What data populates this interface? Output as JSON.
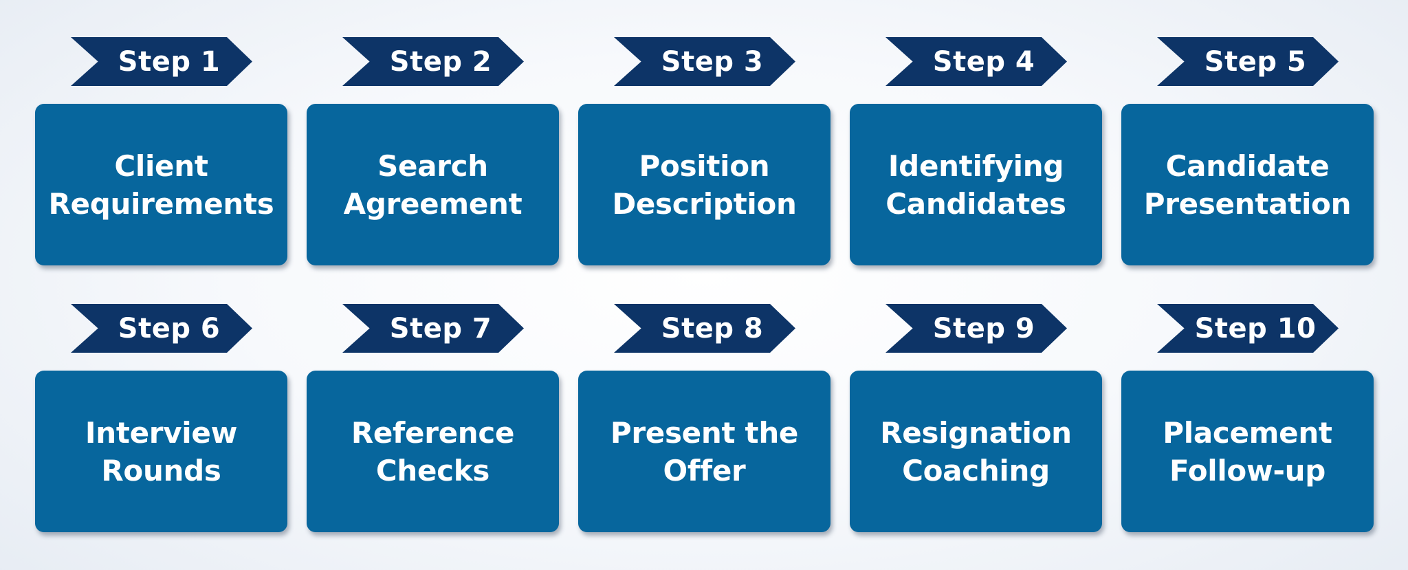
{
  "steps": [
    {
      "step_label": "Step 1",
      "title": "Client\nRequirements"
    },
    {
      "step_label": "Step 2",
      "title": "Search\nAgreement"
    },
    {
      "step_label": "Step 3",
      "title": "Position\nDescription"
    },
    {
      "step_label": "Step 4",
      "title": "Identifying\nCandidates"
    },
    {
      "step_label": "Step 5",
      "title": "Candidate\nPresentation"
    },
    {
      "step_label": "Step 6",
      "title": "Interview\nRounds"
    },
    {
      "step_label": "Step 7",
      "title": "Reference\nChecks"
    },
    {
      "step_label": "Step 8",
      "title": "Present the\nOffer"
    },
    {
      "step_label": "Step 9",
      "title": "Resignation\nCoaching"
    },
    {
      "step_label": "Step 10",
      "title": "Placement\nFollow-up"
    }
  ],
  "colors": {
    "step_tag": "#0d3467",
    "card": "#07669d",
    "text": "#ffffff"
  }
}
